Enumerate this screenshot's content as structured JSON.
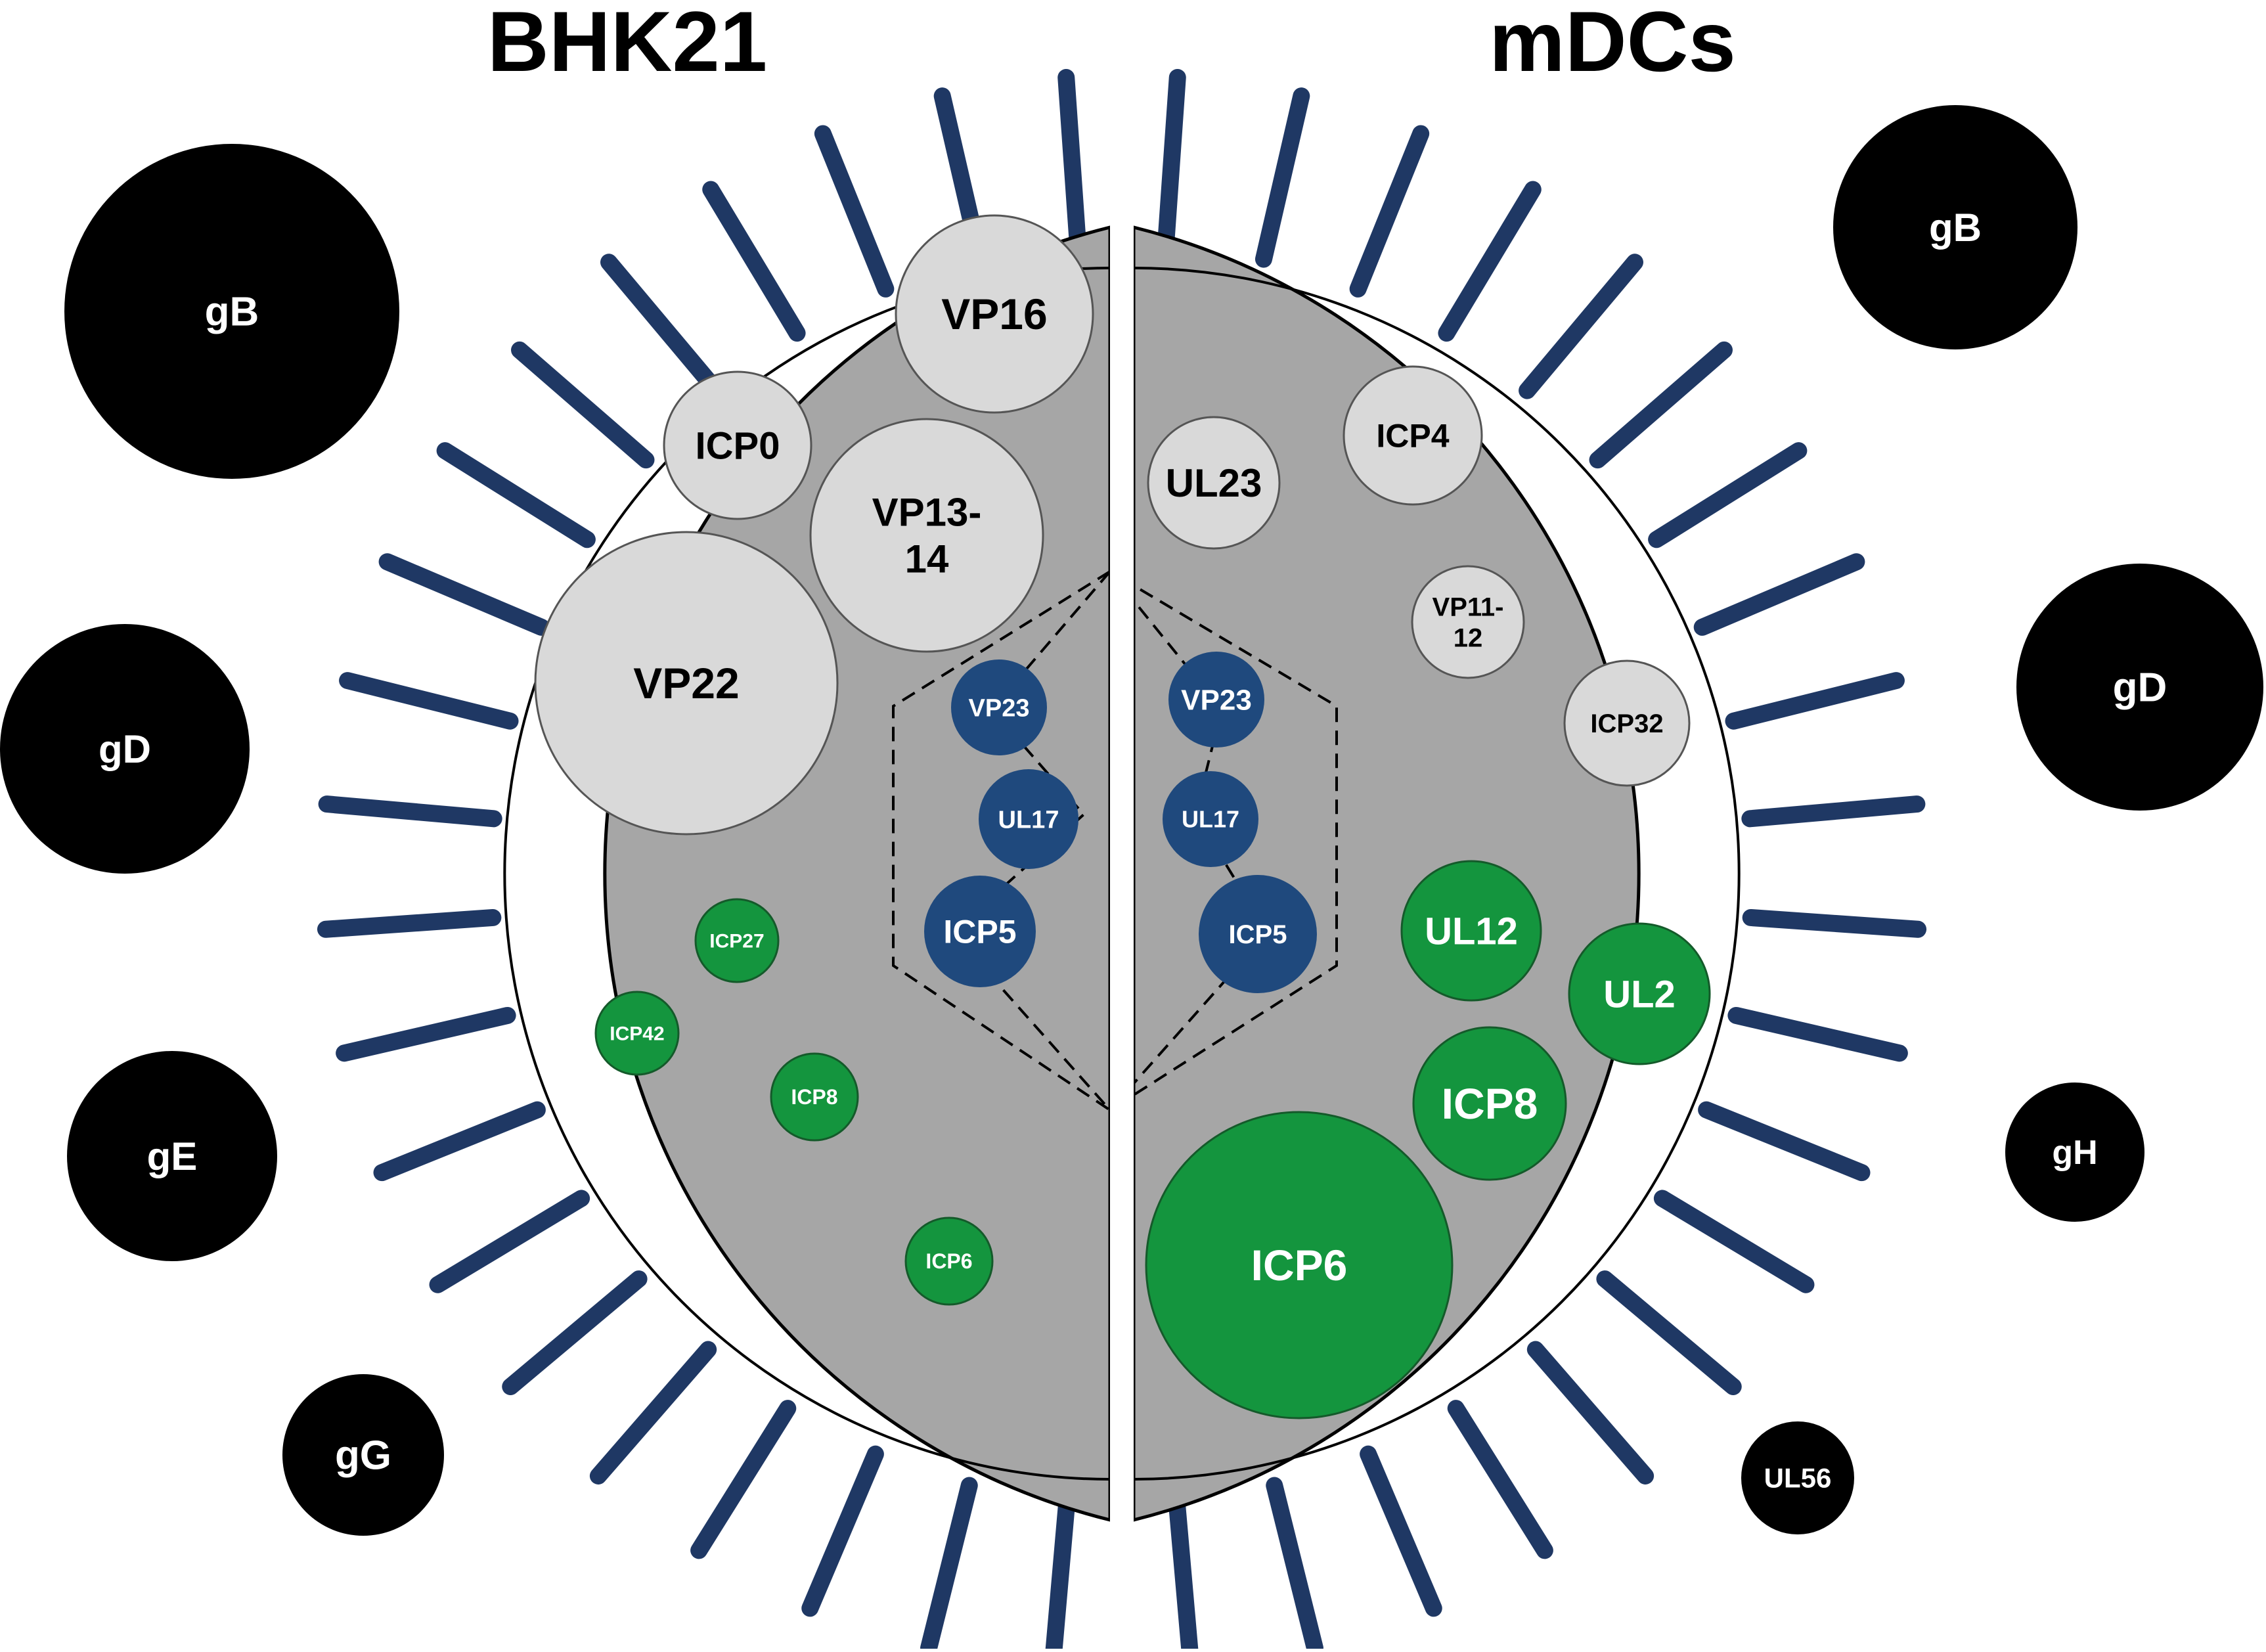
{
  "titles": {
    "left": "BHK21",
    "right": "mDCs"
  },
  "colors": {
    "spike": "#1f3864",
    "envelope": "#a6a6a6",
    "tegument": "#d9d9d9",
    "capsid": "#1f497d",
    "non_structural": "#14953e",
    "glycoprotein": "#000000",
    "divider": "#ffffff"
  },
  "glycoproteins": {
    "left": [
      {
        "label": "gB"
      },
      {
        "label": "gD"
      },
      {
        "label": "gE"
      },
      {
        "label": "gG"
      }
    ],
    "right": [
      {
        "label": "gB"
      },
      {
        "label": "gD"
      },
      {
        "label": "gH"
      },
      {
        "label": "UL56"
      }
    ]
  },
  "tegument": {
    "left": [
      {
        "label": "VP16"
      },
      {
        "label": "ICP0"
      },
      {
        "label": "VP13-\n14"
      },
      {
        "label": "VP22"
      }
    ],
    "right": [
      {
        "label": "UL23"
      },
      {
        "label": "ICP4"
      },
      {
        "label": "VP11-\n12"
      },
      {
        "label": "ICP32"
      }
    ]
  },
  "capsid": {
    "left": [
      {
        "label": "VP23"
      },
      {
        "label": "UL17"
      },
      {
        "label": "ICP5"
      }
    ],
    "right": [
      {
        "label": "VP23"
      },
      {
        "label": "UL17"
      },
      {
        "label": "ICP5"
      }
    ]
  },
  "non_structural": {
    "left": [
      {
        "label": "ICP27"
      },
      {
        "label": "ICP42"
      },
      {
        "label": "ICP8"
      },
      {
        "label": "ICP6"
      }
    ],
    "right": [
      {
        "label": "UL12"
      },
      {
        "label": "UL2"
      },
      {
        "label": "ICP8"
      },
      {
        "label": "ICP6"
      }
    ]
  }
}
